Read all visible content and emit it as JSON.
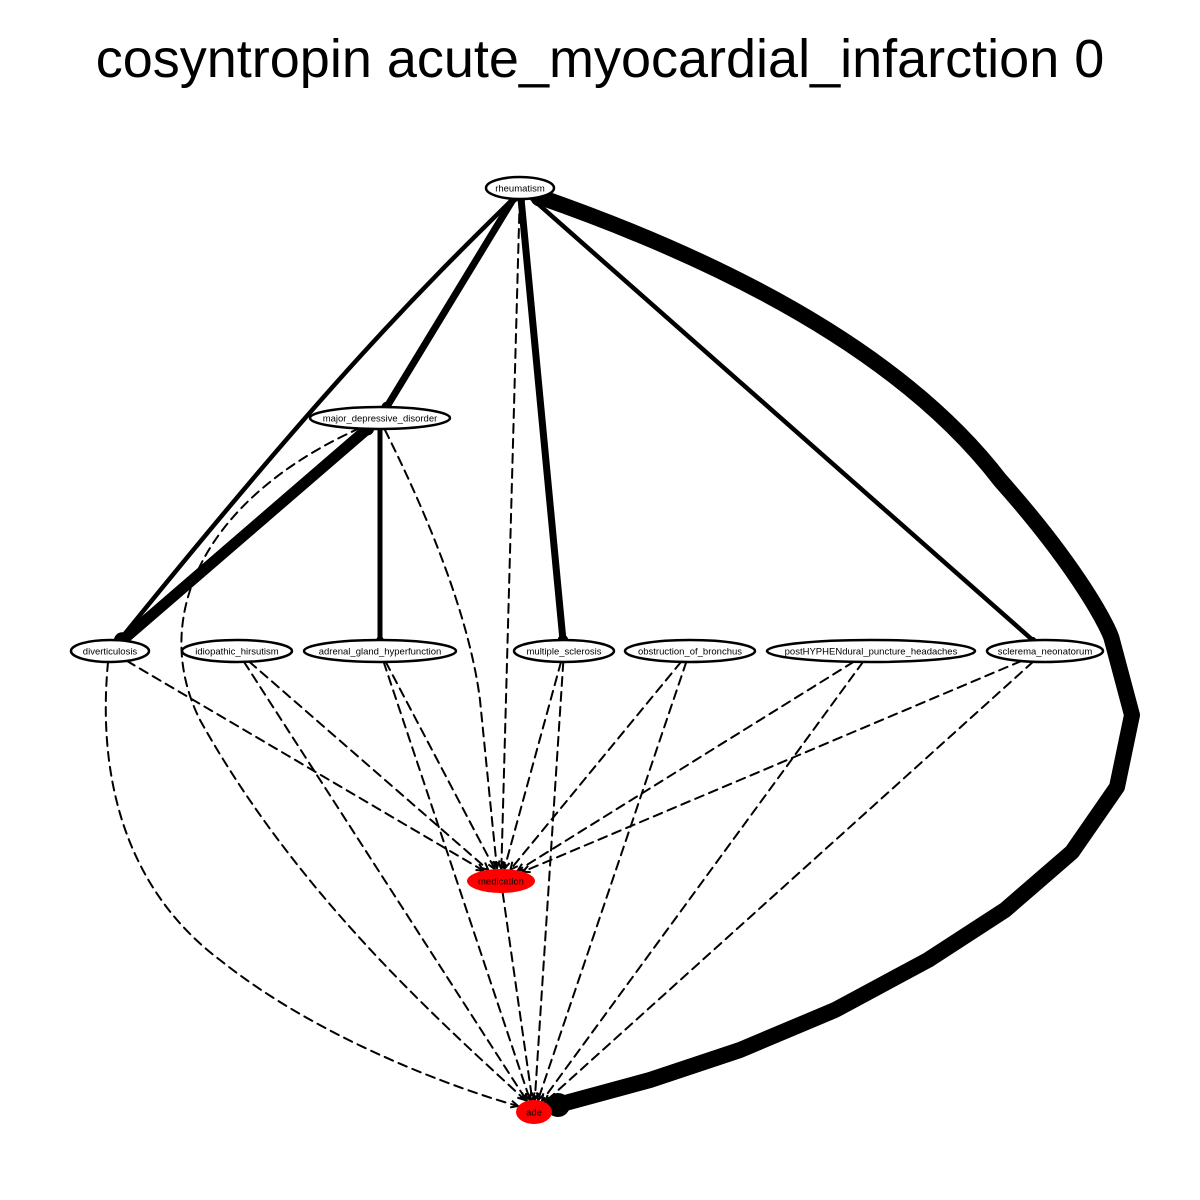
{
  "title": "cosyntropin acute_myocardial_infarction 0",
  "colors": {
    "highlight_node": "#ff0000",
    "node_fill": "#ffffff",
    "edge": "#000000"
  },
  "nodes": [
    {
      "id": "rheumatism",
      "label": "rheumatism",
      "highlight": false
    },
    {
      "id": "major_depressive_disorder",
      "label": "major_depressive_disorder",
      "highlight": false
    },
    {
      "id": "diverticulosis",
      "label": "diverticulosis",
      "highlight": false
    },
    {
      "id": "idiopathic_hirsutism",
      "label": "idiopathic_hirsutism",
      "highlight": false
    },
    {
      "id": "adrenal_gland_hyperfunction",
      "label": "adrenal_gland_hyperfunction",
      "highlight": false
    },
    {
      "id": "multiple_sclerosis",
      "label": "multiple_sclerosis",
      "highlight": false
    },
    {
      "id": "obstruction_of_bronchus",
      "label": "obstruction_of_bronchus",
      "highlight": false
    },
    {
      "id": "postHYPHENdural_puncture_headaches",
      "label": "postHYPHENdural_puncture_headaches",
      "highlight": false
    },
    {
      "id": "sclerema_neonatorum",
      "label": "sclerema_neonatorum",
      "highlight": false
    },
    {
      "id": "medication",
      "label": "medication",
      "highlight": true
    },
    {
      "id": "ade",
      "label": "ade",
      "highlight": true
    }
  ],
  "edges": [
    {
      "source": "rheumatism",
      "target": "major_depressive_disorder",
      "style": "solid",
      "weight": 3
    },
    {
      "source": "rheumatism",
      "target": "diverticulosis",
      "style": "solid",
      "weight": 2
    },
    {
      "source": "rheumatism",
      "target": "multiple_sclerosis",
      "style": "solid",
      "weight": 3
    },
    {
      "source": "rheumatism",
      "target": "sclerema_neonatorum",
      "style": "solid",
      "weight": 2
    },
    {
      "source": "rheumatism",
      "target": "ade",
      "style": "solid",
      "weight": 5
    },
    {
      "source": "rheumatism",
      "target": "medication",
      "style": "dashed",
      "weight": 1
    },
    {
      "source": "major_depressive_disorder",
      "target": "diverticulosis",
      "style": "solid",
      "weight": 4
    },
    {
      "source": "major_depressive_disorder",
      "target": "adrenal_gland_hyperfunction",
      "style": "solid",
      "weight": 2.5
    },
    {
      "source": "major_depressive_disorder",
      "target": "medication",
      "style": "dashed",
      "weight": 1
    },
    {
      "source": "major_depressive_disorder",
      "target": "ade",
      "style": "dashed",
      "weight": 1
    },
    {
      "source": "diverticulosis",
      "target": "medication",
      "style": "dashed",
      "weight": 1
    },
    {
      "source": "diverticulosis",
      "target": "ade",
      "style": "dashed",
      "weight": 1
    },
    {
      "source": "idiopathic_hirsutism",
      "target": "medication",
      "style": "dashed",
      "weight": 1
    },
    {
      "source": "idiopathic_hirsutism",
      "target": "ade",
      "style": "dashed",
      "weight": 1
    },
    {
      "source": "adrenal_gland_hyperfunction",
      "target": "medication",
      "style": "dashed",
      "weight": 1
    },
    {
      "source": "adrenal_gland_hyperfunction",
      "target": "ade",
      "style": "dashed",
      "weight": 1
    },
    {
      "source": "multiple_sclerosis",
      "target": "medication",
      "style": "dashed",
      "weight": 1
    },
    {
      "source": "multiple_sclerosis",
      "target": "ade",
      "style": "dashed",
      "weight": 1
    },
    {
      "source": "obstruction_of_bronchus",
      "target": "medication",
      "style": "dashed",
      "weight": 1
    },
    {
      "source": "obstruction_of_bronchus",
      "target": "ade",
      "style": "dashed",
      "weight": 1
    },
    {
      "source": "postHYPHENdural_puncture_headaches",
      "target": "medication",
      "style": "dashed",
      "weight": 1
    },
    {
      "source": "postHYPHENdural_puncture_headaches",
      "target": "ade",
      "style": "dashed",
      "weight": 1
    },
    {
      "source": "sclerema_neonatorum",
      "target": "medication",
      "style": "dashed",
      "weight": 1
    },
    {
      "source": "sclerema_neonatorum",
      "target": "ade",
      "style": "dashed",
      "weight": 1
    },
    {
      "source": "medication",
      "target": "ade",
      "style": "dashed",
      "weight": 1
    }
  ]
}
